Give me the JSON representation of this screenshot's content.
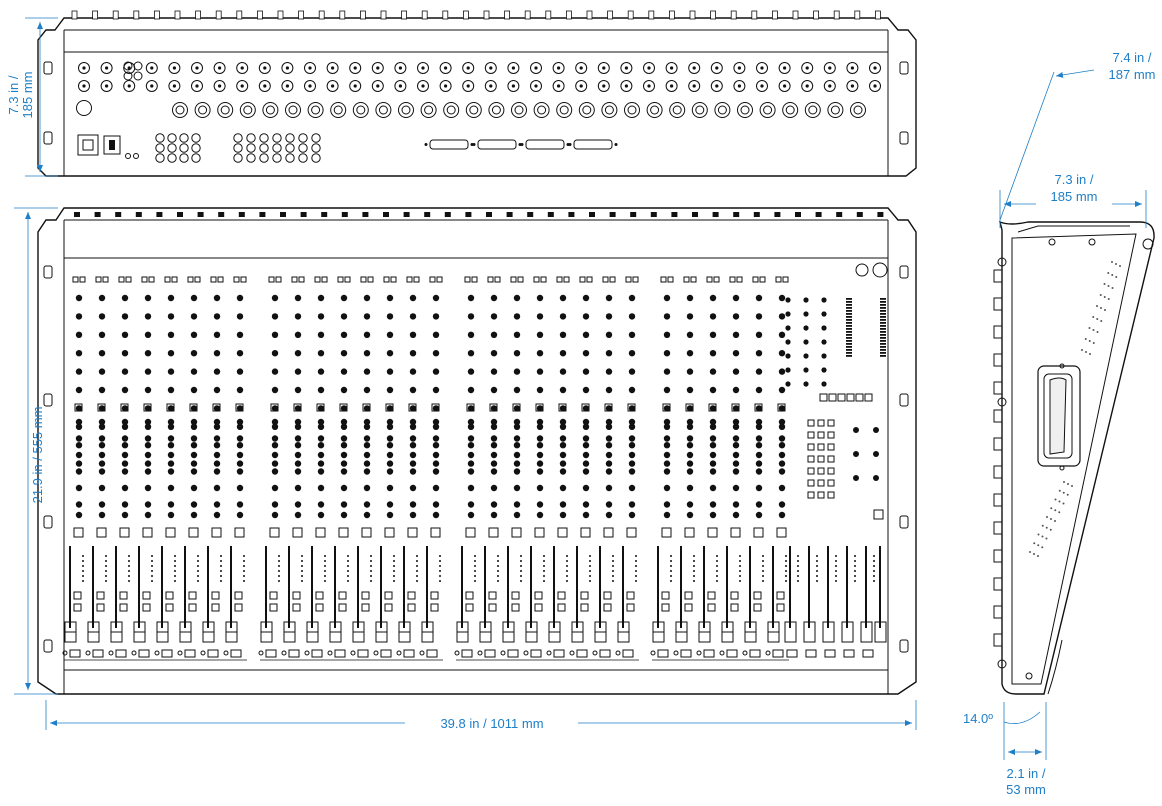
{
  "dimensions": {
    "rear_height": "7.3 in / 185 mm",
    "front_depth": "21.9 in / 555 mm",
    "width": "39.8 in / 1011 mm",
    "side_depth_top_line1": "7.4 in /",
    "side_depth_top_line2": "187 mm",
    "side_depth_mid_line1": "7.3 in /",
    "side_depth_mid_line2": "185 mm",
    "angle": "14.0º",
    "side_bottom_line1": "2.1 in /",
    "side_bottom_line2": "53 mm"
  },
  "colors": {
    "dimension": "#1f7fc7",
    "outline": "#111111"
  },
  "mixer": {
    "channel_groups": [
      8,
      8,
      8,
      6
    ],
    "master_faders": 5
  }
}
